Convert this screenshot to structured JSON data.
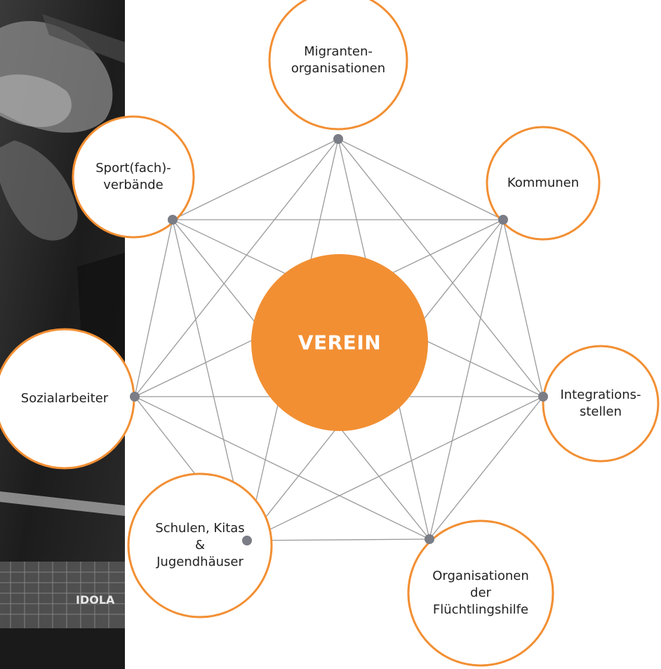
{
  "colors": {
    "accent": "#f28f33",
    "edge": "#9a9a9a",
    "dot": "#7a7d85",
    "text": "#222222"
  },
  "background_photo": {
    "description_icon": "table-tennis-player-photo-icon",
    "visible_text": "IDOLA"
  },
  "center": {
    "label": "VEREIN"
  },
  "nodes": [
    {
      "id": "migranten",
      "lines": [
        "Migranten-",
        "organisationen"
      ]
    },
    {
      "id": "kommunen",
      "lines": [
        "Kommunen"
      ]
    },
    {
      "id": "integration",
      "lines": [
        "Integrations-",
        "stellen"
      ]
    },
    {
      "id": "fluechtlinge",
      "lines": [
        "Organisationen",
        "der",
        "Flüchtlingshilfe"
      ]
    },
    {
      "id": "schulen",
      "lines": [
        "Schulen, Kitas",
        "&",
        "Jugendhäuser"
      ]
    },
    {
      "id": "sozial",
      "lines": [
        "Sozialarbeiter"
      ]
    },
    {
      "id": "sport",
      "lines": [
        "Sport(fach)-",
        "verbände"
      ]
    }
  ]
}
